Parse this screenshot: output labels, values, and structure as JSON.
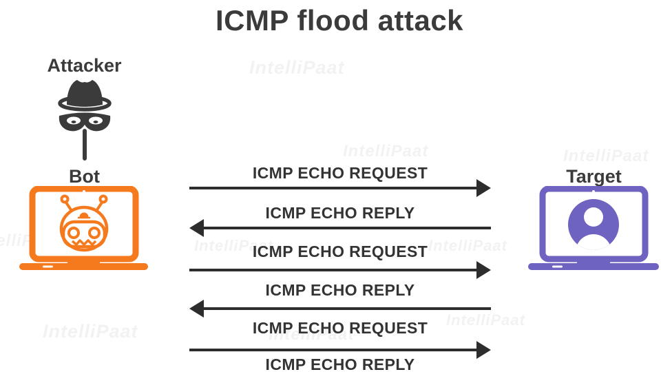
{
  "title": "ICMP flood attack",
  "nodes": {
    "attacker": {
      "label": "Attacker",
      "icon": "spy-icon"
    },
    "bot": {
      "label": "Bot",
      "icon": "robot-laptop-icon"
    },
    "target": {
      "label": "Target",
      "icon": "user-laptop-icon"
    }
  },
  "messages": [
    {
      "label": "ICMP ECHO REQUEST",
      "direction": "right"
    },
    {
      "label": "ICMP ECHO REPLY",
      "direction": "left"
    },
    {
      "label": "ICMP ECHO REQUEST",
      "direction": "right"
    },
    {
      "label": "ICMP ECHO REPLY",
      "direction": "left"
    },
    {
      "label": "ICMP ECHO REQUEST",
      "direction": "right"
    },
    {
      "label": "ICMP ECHO REPLY",
      "direction": "none"
    }
  ],
  "watermark": {
    "text": "IntelliPaat"
  },
  "colors": {
    "text_dark": "#3b3b3b",
    "arrow": "#2d2d2d",
    "bot_orange": "#f5791d",
    "target_purple": "#6f63c2"
  }
}
